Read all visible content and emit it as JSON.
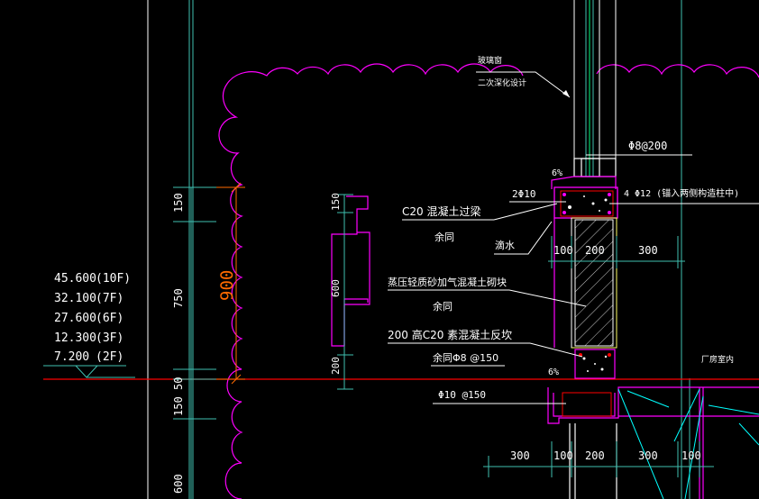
{
  "colors": {
    "background": "#000000",
    "magenta": "#ff00ff",
    "cyan": "#00ffff",
    "white": "#ffffff",
    "red": "#ff0000",
    "orange": "#ff6a00",
    "yellow": "#ffff66",
    "teal": "#3fbfb0",
    "green": "#00ff7f"
  },
  "annotations": {
    "glass_window": "玻璃窗",
    "secondary_design": "二次深化设计",
    "rebar_top": "Φ8@200",
    "slope_top": "6%",
    "rebar_2phi10": "2Φ10",
    "rebar_4phi12": "4 Φ12 (锚入两侧构造柱中)",
    "beam_label": "C20 混凝土过梁",
    "beam_sub": "余同",
    "drip": "滴水",
    "block_label": "蒸压轻质砂加气混凝土砌块",
    "block_sub": "余同",
    "kerb_label": "200 高C20 素混凝土反坎",
    "kerb_sub": "余同Φ8 @150",
    "slope_bottom": "6%",
    "rebar_bottom": "Φ10 @150",
    "indoor": "厂房室内"
  },
  "dims_right_top": [
    "100",
    "200",
    "300"
  ],
  "dims_bottom": [
    "300",
    "100",
    "200",
    "300",
    "100"
  ],
  "dims_left_vertical": [
    "150",
    "750",
    "50",
    "150",
    "600"
  ],
  "dim_900": "900",
  "dims_profile": [
    "150",
    "600",
    "200"
  ],
  "levels": [
    {
      "elev": "45.600",
      "floor": "(10F)"
    },
    {
      "elev": "32.100",
      "floor": "(7F)"
    },
    {
      "elev": "27.600",
      "floor": "(6F)"
    },
    {
      "elev": "12.300",
      "floor": "(3F)"
    },
    {
      "elev": "7.200",
      "floor": "(2F)"
    }
  ]
}
